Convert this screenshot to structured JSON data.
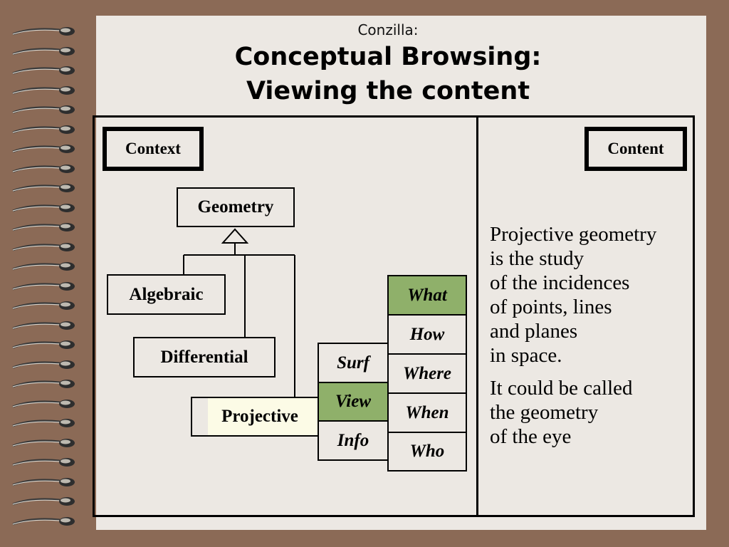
{
  "header": {
    "app_name": "Conzilla:",
    "title_line1": "Conceptual Browsing:",
    "title_line2": "Viewing the content"
  },
  "panels": {
    "context_label": "Context",
    "content_label": "Content"
  },
  "diagram": {
    "root": "Geometry",
    "children": [
      "Algebraic",
      "Differential",
      "Projective"
    ],
    "selected": "Projective"
  },
  "content_views": {
    "column1": [
      "Surf",
      "View",
      "Info"
    ],
    "column1_active": "View",
    "column2": [
      "What",
      "How",
      "Where",
      "When",
      "Who"
    ],
    "column2_active": "What",
    "active_color": "#8fb06a"
  },
  "content_text": {
    "paragraph1": [
      "Projective geometry",
      "is the study",
      "of the incidences",
      "of points, lines",
      "and planes",
      "in space."
    ],
    "paragraph2": [
      "It could be called",
      "the geometry",
      "of the eye"
    ]
  },
  "colors": {
    "background": "#8b6a56",
    "paper": "#ece8e3",
    "highlight": "#fcfbe6"
  }
}
